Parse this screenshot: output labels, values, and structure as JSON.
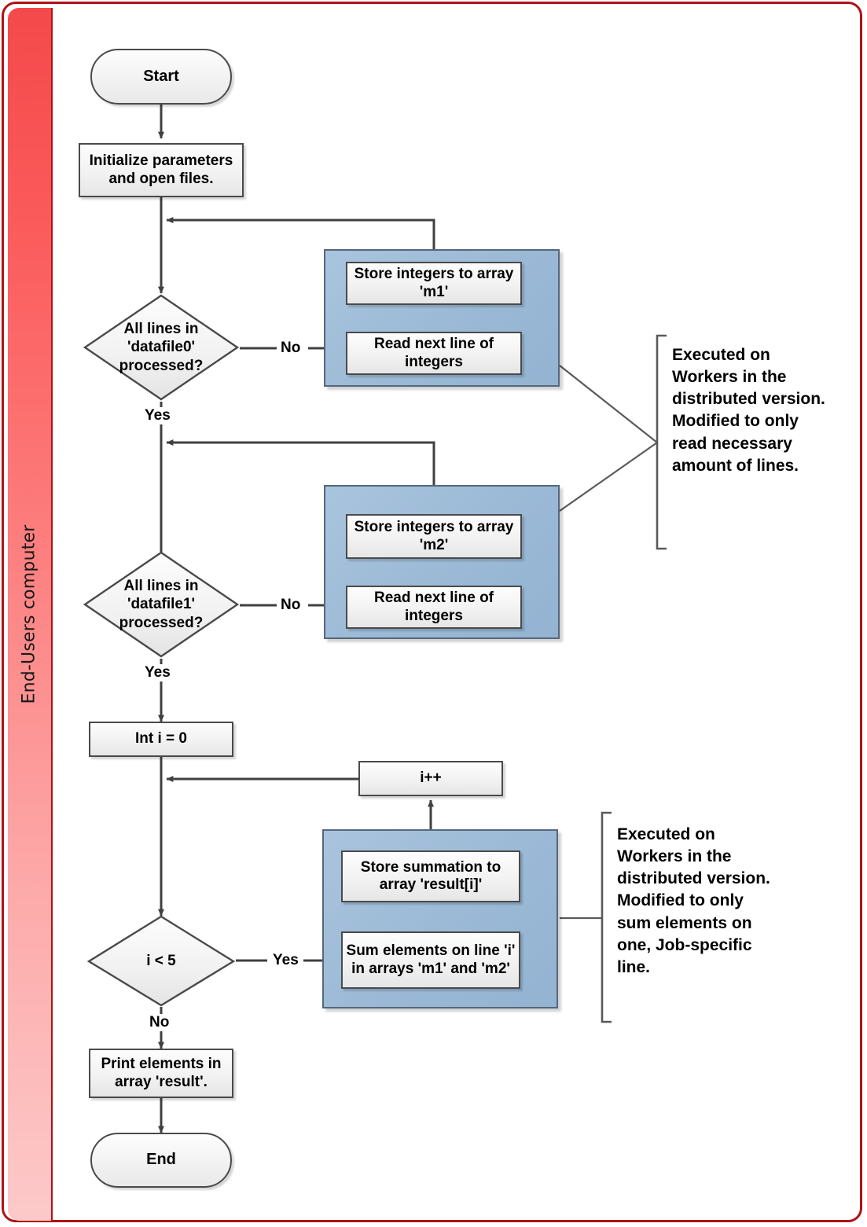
{
  "lane": {
    "label": "End-Users computer",
    "accent": "#b01116",
    "fill_top": "#f4494b",
    "fill_bottom": "#fdc9c9"
  },
  "palette": {
    "group_blue": "#9cbad6",
    "node_border": "#4a4a4a",
    "group_border": "#55677c",
    "connector": "#404040"
  },
  "nodes": {
    "start": "Start",
    "init": "Initialize parameters and open files.",
    "decision1_l1": "All lines in",
    "decision1_l2": "'datafile0'",
    "decision1_l3": "processed?",
    "store_m1": "Store integers to array 'm1'",
    "read1": "Read next  line of integers",
    "decision2_l1": "All lines in",
    "decision2_l2": "'datafile1'",
    "decision2_l3": "processed?",
    "store_m2": "Store integers to array 'm2'",
    "read2": "Read next  line of integers",
    "int_i": "Int i = 0",
    "i_inc": "i++",
    "decision3": "i < 5",
    "store_sum": "Store summation to array 'result[i]'",
    "sum_elements": "Sum elements on line 'i' in arrays 'm1' and 'm2'",
    "print": "Print elements in array 'result'.",
    "end": "End"
  },
  "edge_labels": {
    "no1": "No",
    "yes1": "Yes",
    "no2": "No",
    "yes2": "Yes",
    "yes3": "Yes",
    "no3": "No"
  },
  "callouts": {
    "first": "Executed on Workers in the distributed version. Modified to only read necessary amount of lines.",
    "second": "Executed on Workers in the distributed version. Modified to only sum elements on one, Job-specific line."
  }
}
